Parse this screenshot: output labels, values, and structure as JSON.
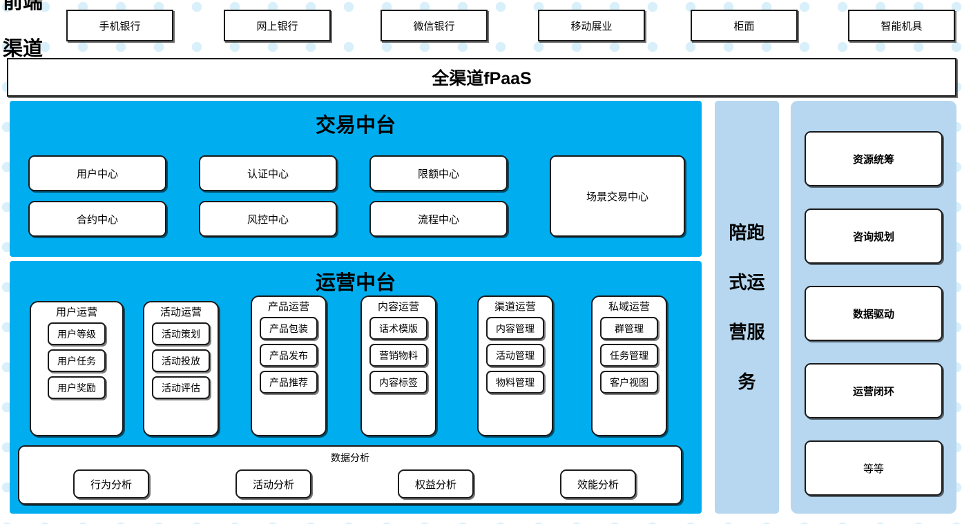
{
  "meta": {
    "colors": {
      "cyan_panel": "#00AEEF",
      "light_blue_panel": "#b6d7ef",
      "box_border": "#1a1a1a",
      "box_fill": "#ffffff",
      "dot_pattern": "#d9f0fa"
    }
  },
  "front_channel": {
    "label_line1": "前端",
    "label_line2": "渠道",
    "items": [
      {
        "label": "手机银行"
      },
      {
        "label": "网上银行"
      },
      {
        "label": "微信银行"
      },
      {
        "label": "移动展业"
      },
      {
        "label": "柜面"
      },
      {
        "label": "智能机具"
      }
    ]
  },
  "platform_bar": {
    "label": "全渠道fPaaS"
  },
  "trade_center": {
    "title": "交易中台",
    "items": [
      {
        "label": "用户中心"
      },
      {
        "label": "认证中心"
      },
      {
        "label": "限额中心"
      },
      {
        "label": "合约中心"
      },
      {
        "label": "风控中心"
      },
      {
        "label": "流程中心"
      }
    ],
    "scene_box": {
      "label": "场景交易中心"
    }
  },
  "operation_center": {
    "title": "运营中台",
    "columns": [
      {
        "title": "用户运营",
        "items": [
          "用户等级",
          "用户任务",
          "用户奖励"
        ]
      },
      {
        "title": "活动运营",
        "items": [
          "活动策划",
          "活动投放",
          "活动评估"
        ]
      },
      {
        "title": "产品运营",
        "items": [
          "产品包装",
          "产品发布",
          "产品推荐"
        ]
      },
      {
        "title": "内容运营",
        "items": [
          "话术模版",
          "营销物料",
          "内容标签"
        ]
      },
      {
        "title": "渠道运营",
        "items": [
          "内容管理",
          "活动管理",
          "物料管理"
        ]
      },
      {
        "title": "私域运营",
        "items": [
          "群管理",
          "任务管理",
          "客户视图"
        ]
      }
    ],
    "data_analysis": {
      "title": "数据分析",
      "items": [
        "行为分析",
        "活动分析",
        "权益分析",
        "效能分析"
      ]
    }
  },
  "service_column": {
    "line1": "陪跑",
    "line2": "式运",
    "line3": "营服",
    "line4": "务",
    "full_text": "陪跑式运营服务"
  },
  "right_panel": {
    "items": [
      {
        "label": "资源统筹",
        "bold": true
      },
      {
        "label": "咨询规划",
        "bold": true
      },
      {
        "label": "数据驱动",
        "bold": true
      },
      {
        "label": "运营闭环",
        "bold": true
      },
      {
        "label": "等等",
        "bold": false
      }
    ]
  }
}
